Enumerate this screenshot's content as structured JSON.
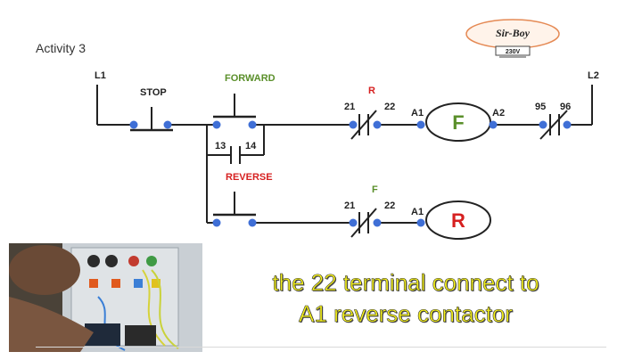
{
  "slide": {
    "title": "Activity 3"
  },
  "logo": {
    "text": "Sir-Boy",
    "voltage": "230V"
  },
  "diagram": {
    "line_left": "L1",
    "line_right": "L2",
    "stop": "STOP",
    "forward": "FORWARD",
    "reverse": "REVERSE",
    "aux_13": "13",
    "aux_14": "14",
    "top_nc_tag": "R",
    "top_nc_left": "21",
    "top_nc_right": "22",
    "top_coil_a1": "A1",
    "top_coil_a2": "A2",
    "top_coil": "F",
    "ol_left": "95",
    "ol_right": "96",
    "bot_nc_tag": "F",
    "bot_nc_left": "21",
    "bot_nc_right": "22",
    "bot_coil_a1": "A1",
    "bot_coil": "R"
  },
  "colors": {
    "wire": "#222222",
    "terminal": "#3f6fd6",
    "green": "#5a8f2a",
    "red": "#d62020",
    "caption": "#f4f01a"
  },
  "caption": {
    "line1": "the 22 terminal connect to",
    "line2": "A1 reverse contactor"
  }
}
